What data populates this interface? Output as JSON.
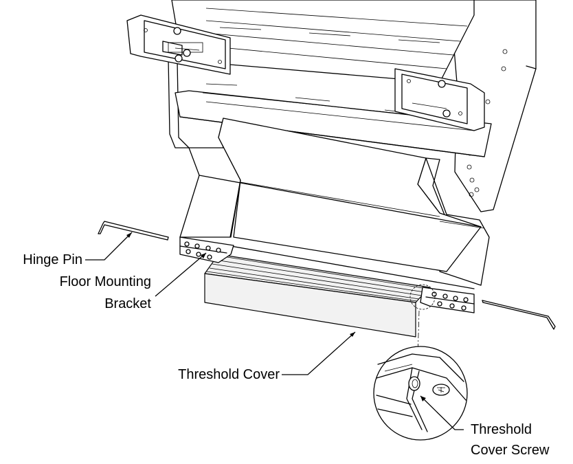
{
  "labels": {
    "hinge_pin": "Hinge Pin",
    "floor_bracket_line1": "Floor Mounting",
    "floor_bracket_line2": "Bracket",
    "threshold_cover": "Threshold Cover",
    "threshold_screw_line1": "Threshold",
    "threshold_screw_line2": "Cover Screw"
  }
}
